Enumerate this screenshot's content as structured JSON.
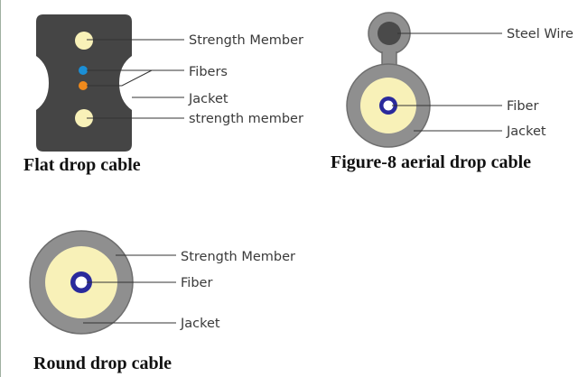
{
  "colors": {
    "jacket_dark": "#454545",
    "jacket_gray": "#8f8f8f",
    "jacket_outline": "#6e6e6e",
    "strength_member": "#f8f1b8",
    "fiber_blue": "#1b8fd6",
    "fiber_orange": "#f08a1c",
    "fiber_core_ring": "#2a2a9c",
    "steel_wire": "#4a4a4a",
    "left_edge_line": "#9fb0a0"
  },
  "flat": {
    "caption": "Flat drop cable",
    "labels": {
      "strength_top": "Strength Member",
      "fibers": "Fibers",
      "jacket": "Jacket",
      "strength_bottom": "strength member"
    }
  },
  "figure8": {
    "caption": "Figure-8 aerial drop cable",
    "labels": {
      "steel_wire": "Steel Wire",
      "fiber": "Fiber",
      "jacket": "Jacket"
    }
  },
  "round": {
    "caption": "Round drop cable",
    "labels": {
      "strength": "Strength Member",
      "fiber": "Fiber",
      "jacket": "Jacket"
    }
  }
}
